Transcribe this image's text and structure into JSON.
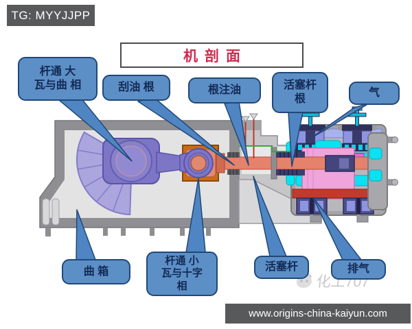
{
  "badges": {
    "tg": "TG: MYYJJPP",
    "url": "www.origins-china-kaiyun.com"
  },
  "title": "机剖面",
  "watermark": "化工707",
  "callouts": [
    {
      "id": "crank-big-end-bearing",
      "label": "杆通 大\n瓦与曲 相"
    },
    {
      "id": "oil-scraper-rings",
      "label": "刮油 根"
    },
    {
      "id": "packing-oil-injection",
      "label": "根注油"
    },
    {
      "id": "piston-rod-packing",
      "label": "活塞杆\n根"
    },
    {
      "id": "suction-gas",
      "label": "气"
    },
    {
      "id": "crankcase",
      "label": "曲 箱"
    },
    {
      "id": "crosshead-small-end",
      "label": "杆通 小\n瓦与十字\n相"
    },
    {
      "id": "piston-rod",
      "label": "活塞杆"
    },
    {
      "id": "discharge-gas",
      "label": "排气"
    }
  ],
  "colors": {
    "callout_fill": "#5d8fc7",
    "callout_border": "#1f4878",
    "callout_text": "#122a54",
    "leader_fill": "#4f85c2",
    "title_red": "#cf2a4e",
    "badge_bg": "#58595b",
    "badge_text": "#ffffff",
    "watermark_gray": "#c8c8c8",
    "machine_housing": "#8f8f93",
    "machine_housing_light": "#e3e3e4",
    "machine_crank_purple": "#7d76c6",
    "machine_fan_purple": "#aca6de",
    "machine_crosshead_orange": "#c96c16",
    "machine_rod_salmon": "#e5826c",
    "machine_piston_pink": "#f0a4dc",
    "machine_gas_cyan": "#0ae2f2",
    "machine_valve_navy": "#3c3c6e",
    "machine_periwinkle": "#a9b2ec",
    "machine_oil_red": "#c03626",
    "machine_line_green": "#3aa838"
  }
}
